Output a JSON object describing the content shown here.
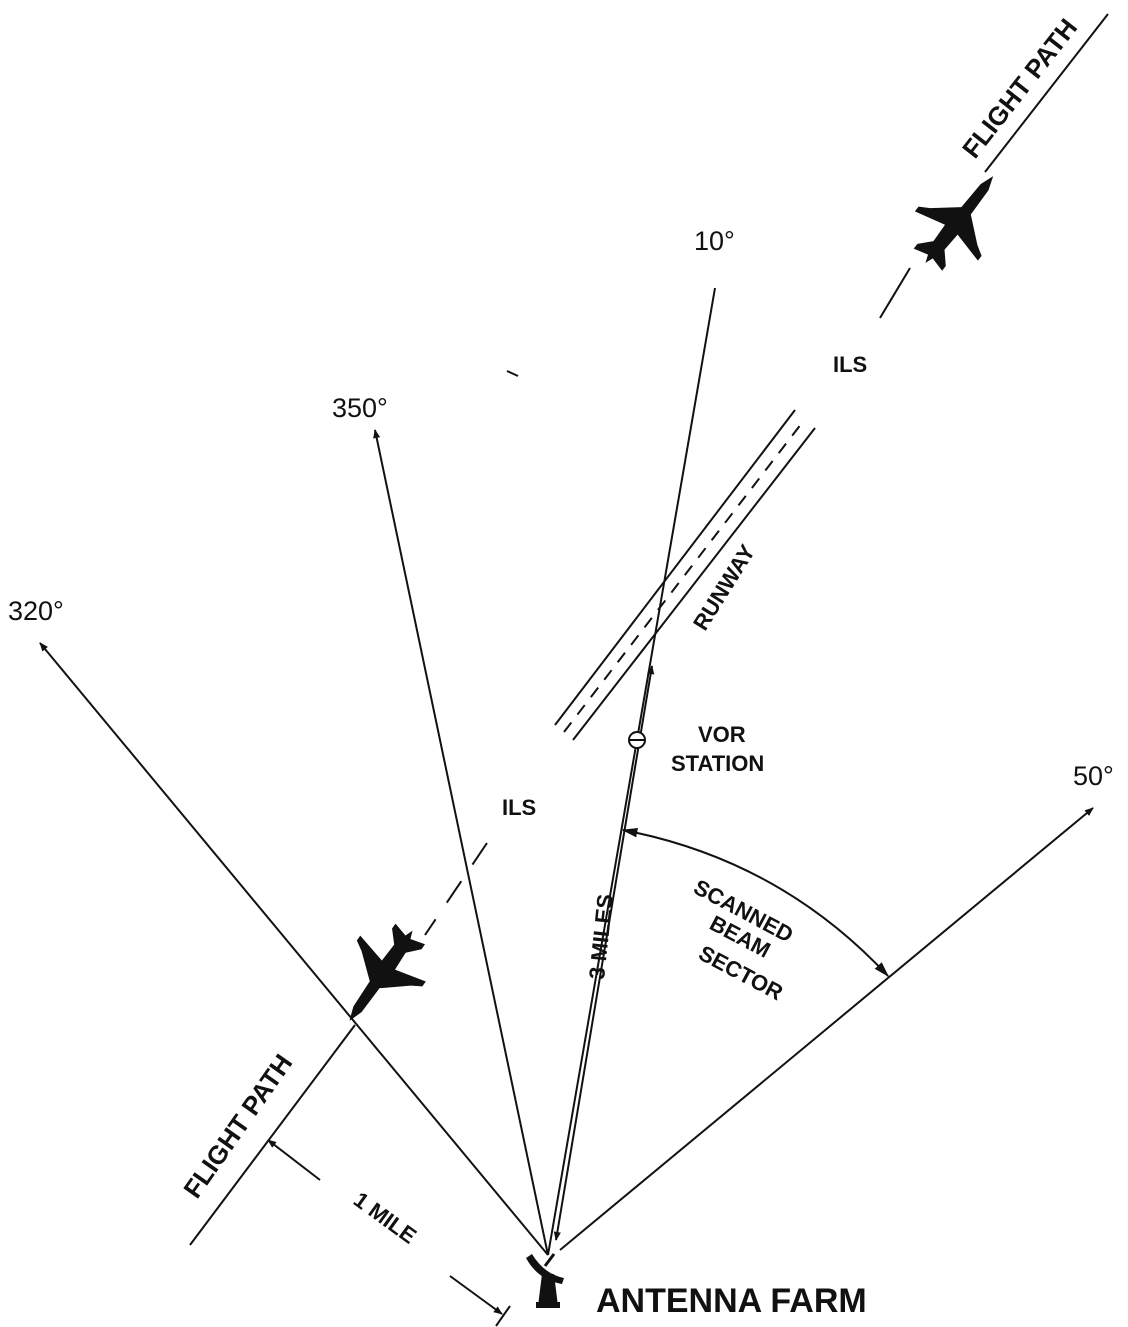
{
  "labels": {
    "flight_path_top": "FLIGHT PATH",
    "flight_path_bottom": "FLIGHT PATH",
    "ils_top": "ILS",
    "ils_bottom": "ILS",
    "runway": "RUNWAY",
    "vor_line1": "VOR",
    "vor_line2": "STATION",
    "deg_10": "10°",
    "deg_350": "350°",
    "deg_320": "320°",
    "deg_50": "50°",
    "sector_line1": "SCANNED",
    "sector_line2": "BEAM",
    "sector_line3": "SECTOR",
    "three_miles": "3 MILES",
    "one_mile": "1 MILE",
    "antenna_farm": "ANTENNA FARM"
  },
  "icons": [
    "jet-aircraft-icon",
    "antenna-dish-icon",
    "vor-station-icon"
  ]
}
